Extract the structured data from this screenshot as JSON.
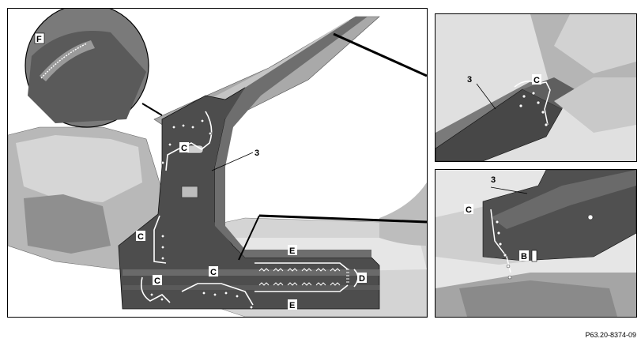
{
  "figure": {
    "reference_code": "P63.20-8374-09"
  },
  "main_view": {
    "callouts": {
      "part_3": "3",
      "seam_c_pillar": "C",
      "seam_c_left": "C",
      "seam_c_lower_left": "C",
      "seam_c_lower_mid": "C",
      "seam_e_upper": "E",
      "seam_e_lower": "E",
      "seam_d": "D",
      "detail_f": "F"
    }
  },
  "inset_top": {
    "callouts": {
      "part_3": "3",
      "seam_c": "C"
    }
  },
  "inset_bottom": {
    "callouts": {
      "part_3": "3",
      "seam_c": "C",
      "seam_b": "B"
    }
  },
  "colors": {
    "dark_part": "#4a4a4a",
    "mid_gray": "#8c8c8c",
    "light_gray": "#c8c8c8",
    "line": "#000000"
  }
}
